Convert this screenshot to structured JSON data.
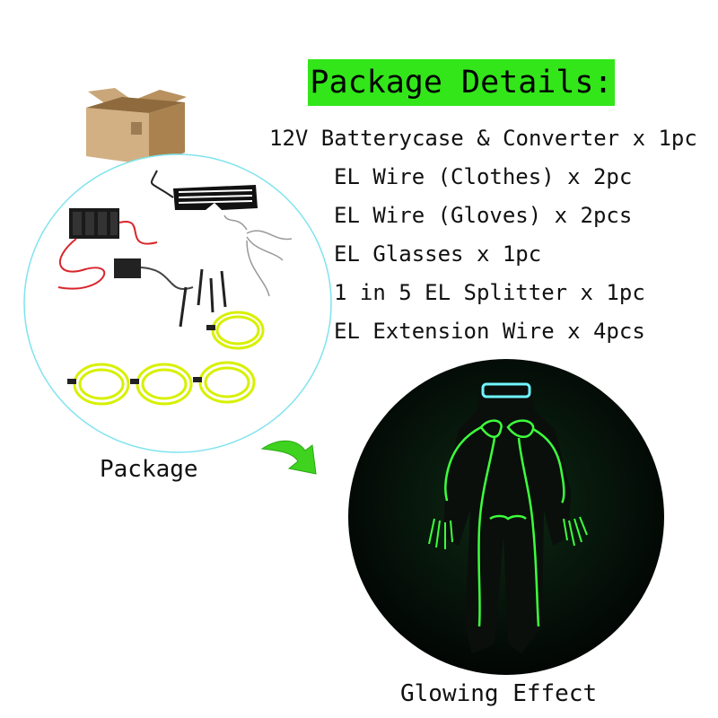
{
  "package_details": {
    "title": "Package Details:",
    "items": [
      "12V Batterycase & Converter x 1pc",
      "EL Wire (Clothes) x 2pc",
      "EL Wire (Gloves) x 2pcs",
      "EL Glasses x 1pc",
      "1 in 5 EL Splitter x 1pc",
      "EL Extension Wire x 4pcs"
    ]
  },
  "package_caption": "Package",
  "glowing_caption": "Glowing Effect",
  "colors": {
    "title_background": "#33e61a",
    "el_wire_yellow": "#d8f000",
    "glow_green": "#3dff3d",
    "arrow_green": "#3fd21f",
    "circle_outline": "#7fe3ee"
  },
  "icons": {
    "box": "cardboard-box-icon",
    "arrow": "curved-arrow-icon"
  }
}
